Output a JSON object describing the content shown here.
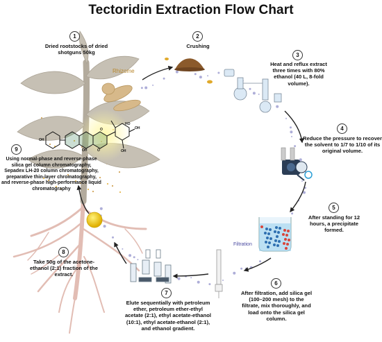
{
  "title": "Tectoridin Extraction Flow Chart",
  "labels": {
    "rhizome": "Rhizome",
    "filtration": "Filtration"
  },
  "steps": [
    {
      "num": "1",
      "text": "Dried rootstocks of dried shotguns 50kg"
    },
    {
      "num": "2",
      "text": "Crushing"
    },
    {
      "num": "3",
      "text": "Heat and reflux extract three times with 80% ethanol (40 L, 8-fold volume)."
    },
    {
      "num": "4",
      "text": "Reduce the pressure to recover the solvent to 1/7 to 1/10 of its original volume."
    },
    {
      "num": "5",
      "text": "After standing for 12 hours, a precipitate formed."
    },
    {
      "num": "6",
      "text": "After filtration, add silica gel (100–200 mesh) to the filtrate, mix thoroughly, and load onto the silica gel column."
    },
    {
      "num": "7",
      "text": "Elute sequentially with petroleum ether, petroleum ether-ethyl acetate (2:1), ethyl acetate-ethanol (10:1), ethyl acetate-ethanol (2:1), and ethanol gradient."
    },
    {
      "num": "8",
      "text": "Take 50g of the acetone-ethanol (2:1) fraction of the extract."
    },
    {
      "num": "9",
      "text": "Using normal-phase and reverse-phase silica gel column chromatography, Sepadex LH-20 column chromatography, preparative thin-layer chromatography, and reverse-phase high-performance liquid chromatography"
    }
  ],
  "molecule_atoms": [
    "OH",
    "HO",
    "O",
    "OH",
    "O",
    "OH",
    "OH"
  ],
  "colors": {
    "plant_stem": "#b3ab9d",
    "leaf": "#c6c0b4",
    "root": "#e2bdb4",
    "rhizome": "#d7b98a",
    "arrow": "#222222",
    "dots": "#8c8cc8",
    "accent_yellow": "#f1c40f"
  }
}
